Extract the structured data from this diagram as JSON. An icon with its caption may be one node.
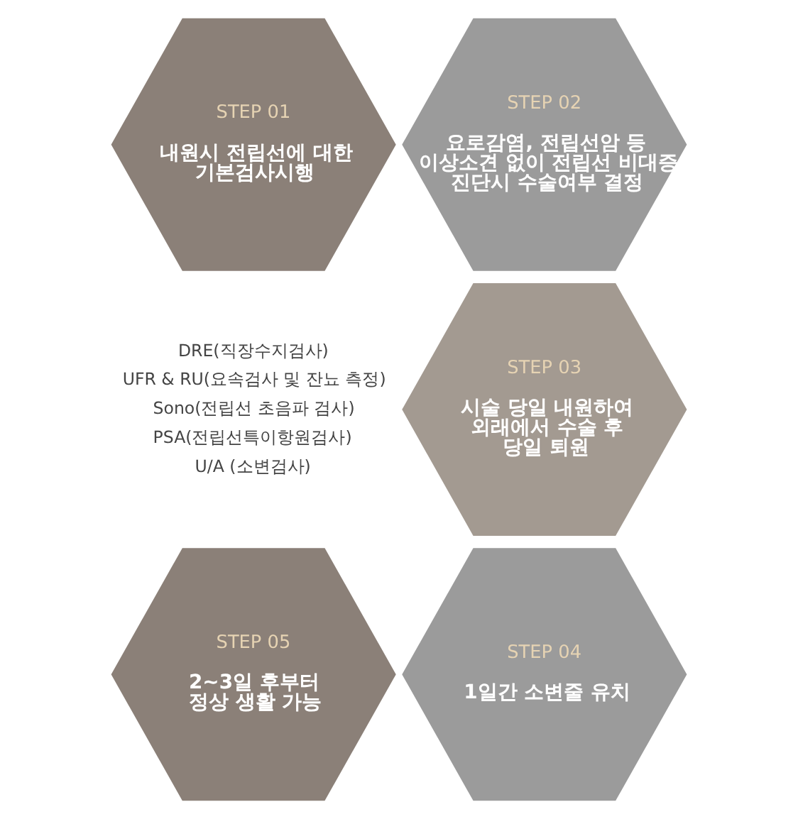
{
  "diagram": {
    "nodes": [
      {
        "text": [
          "STEP 01",
          "내원시 전립선에 대한 기본검사시행"
        ]
      },
      {
        "text": [
          "STEP 02",
          "요로감염, 전립선암 등 이상소견 없이 전립선 비대증 진단시 수술여부 결정"
        ]
      },
      {
        "text": [
          "STEP 03",
          "시술 당일 내원하여 외래에서 수술 후 당일 퇴원"
        ]
      },
      {
        "text": [
          "STEP 04",
          "1일간 소변줄 유치"
        ]
      },
      {
        "text": [
          "STEP 05",
          "2~3일 후부터 정상 생활 가능"
        ]
      }
    ],
    "edges": [],
    "labels": [
      "DRE(직장수지검사)",
      "UFR & RU(요속검사 및 잔뇨 측정)",
      "Sono(전립선 초음파 검사)",
      "PSA(전립선특이항원검사)",
      "U/A (소변검사)"
    ]
  }
}
